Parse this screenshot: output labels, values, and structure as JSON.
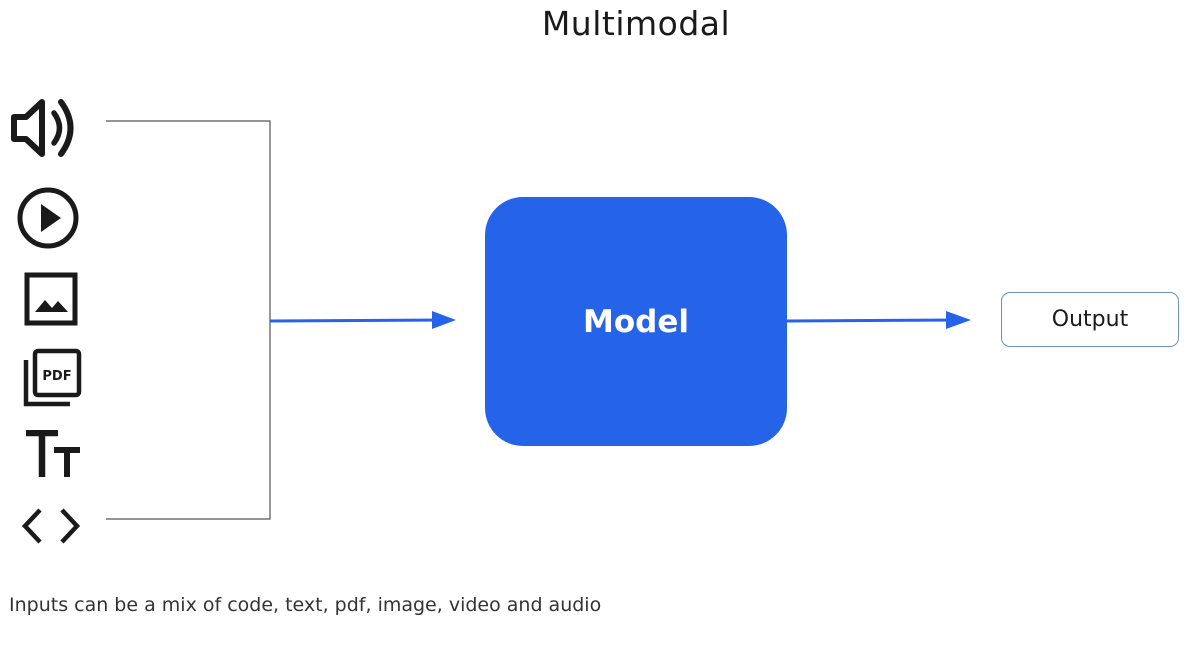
{
  "title": "Multimodal",
  "inputs": {
    "icons": [
      "audio-icon",
      "video-play-icon",
      "image-icon",
      "pdf-icon",
      "text-icon",
      "code-icon"
    ],
    "pdf_icon_text": "PDF",
    "text_icon_glyph": "Tт"
  },
  "model": {
    "label": "Model",
    "color": "#2563e8"
  },
  "output": {
    "label": "Output"
  },
  "caption": "Inputs can be a mix of code, text, pdf, image, video and audio",
  "colors": {
    "arrow": "#2563e8",
    "connector": "#555555"
  }
}
